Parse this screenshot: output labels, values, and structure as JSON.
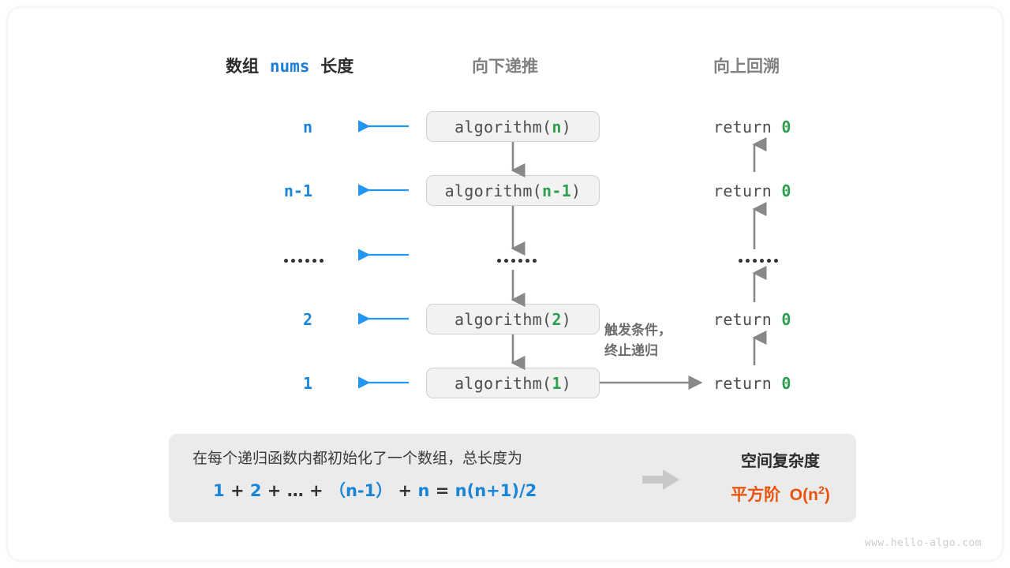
{
  "headers": {
    "left_prefix": "数组",
    "left_code": "nums",
    "left_suffix": "长度",
    "middle": "向下递推",
    "right": "向上回溯"
  },
  "colors": {
    "blue": "#1a85d6",
    "green": "#2e9e4f",
    "gray_arrow": "#888888",
    "blue_arrow": "#2196f3",
    "orange": "#e8540f",
    "box_fill": "#f2f2f2",
    "box_border": "#cfcfcf",
    "panel_fill": "#ebebeb"
  },
  "rows": [
    {
      "size": "n",
      "call_prefix": "algorithm(",
      "call_arg": "n",
      "call_suffix": ")",
      "ret_prefix": "return ",
      "ret_value": "0",
      "is_dots": false
    },
    {
      "size": "n-1",
      "call_prefix": "algorithm(",
      "call_arg": "n-1",
      "call_suffix": ")",
      "ret_prefix": "return ",
      "ret_value": "0",
      "is_dots": false
    },
    {
      "size": "",
      "call_prefix": "",
      "call_arg": "",
      "call_suffix": "",
      "ret_prefix": "",
      "ret_value": "",
      "is_dots": true
    },
    {
      "size": "2",
      "call_prefix": "algorithm(",
      "call_arg": "2",
      "call_suffix": ")",
      "ret_prefix": "return ",
      "ret_value": "0",
      "is_dots": false
    },
    {
      "size": "1",
      "call_prefix": "algorithm(",
      "call_arg": "1",
      "call_suffix": ")",
      "ret_prefix": "return ",
      "ret_value": "0",
      "is_dots": false
    }
  ],
  "trigger_note": {
    "line1": "触发条件，",
    "line2": "终止递归"
  },
  "summary": {
    "text": "在每个递归函数内都初始化了一个数组，总长度为",
    "formula": {
      "t1": "1",
      "op1": "+",
      "t2": "2",
      "op2": "+",
      "t3": "…",
      "op3": "+",
      "t4": "（n-1）",
      "op4": "+",
      "t5": "n",
      "op5": "=",
      "t6": "n(n+1)/2"
    },
    "complexity_title": "空间复杂度",
    "complexity_value_prefix": "平方阶",
    "complexity_value_big_o": "O(n",
    "complexity_value_exp": "2",
    "complexity_value_close": ")"
  },
  "watermark": "www.hello-algo.com"
}
